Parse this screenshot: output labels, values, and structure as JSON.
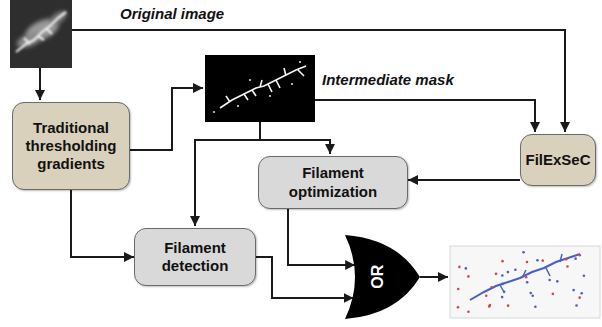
{
  "diagram": {
    "nodes": [
      {
        "text": [
          "Traditional thresholding gradients"
        ]
      },
      {
        "text": [
          "FilExSeC"
        ]
      },
      {
        "text": [
          "Filament optimization"
        ]
      },
      {
        "text": [
          "Filament detection"
        ]
      },
      {
        "text": [
          "OR"
        ]
      }
    ],
    "edges": [
      {
        "from": 0,
        "to": 3,
        "arrow": "to"
      },
      {
        "from": 1,
        "to": 2,
        "arrow": "to"
      },
      {
        "from": 2,
        "to": 4,
        "arrow": "to"
      },
      {
        "from": 3,
        "to": 4,
        "arrow": "to"
      }
    ],
    "labels": [
      "Original image",
      "Intermediate mask"
    ]
  }
}
